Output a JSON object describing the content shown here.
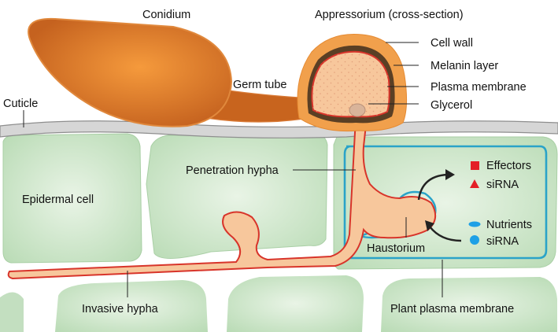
{
  "labels": {
    "conidium": "Conidium",
    "appressorium": "Appressorium (cross-section)",
    "cell_wall": "Cell wall",
    "melanin_layer": "Melanin layer",
    "plasma_membrane": "Plasma membrane",
    "glycerol": "Glycerol",
    "germ_tube": "Germ tube",
    "cuticle": "Cuticle",
    "penetration_hypha": "Penetration hypha",
    "epidermal_cell": "Epidermal cell",
    "haustorium": "Haustorium",
    "invasive_hypha": "Invasive hypha",
    "plant_plasma_membrane": "Plant plasma membrane"
  },
  "legend": {
    "effectors": "Effectors",
    "sirna_out": "siRNA",
    "nutrients": "Nutrients",
    "sirna_in": "siRNA"
  },
  "colors": {
    "fungus_dark": "#c8641e",
    "fungus_light": "#f7c79c",
    "hypha_outline": "#d8342a",
    "cell_fill": "#cfe6cc",
    "plant_membrane": "#2aa3c8",
    "effector_red": "#e41f26",
    "nutrient_blue": "#1ea0e6"
  },
  "icons": {
    "effectors": "red-square-icon",
    "sirna_out": "red-triangle-icon",
    "nutrients": "blue-oval-icon",
    "sirna_in": "blue-circle-icon"
  }
}
